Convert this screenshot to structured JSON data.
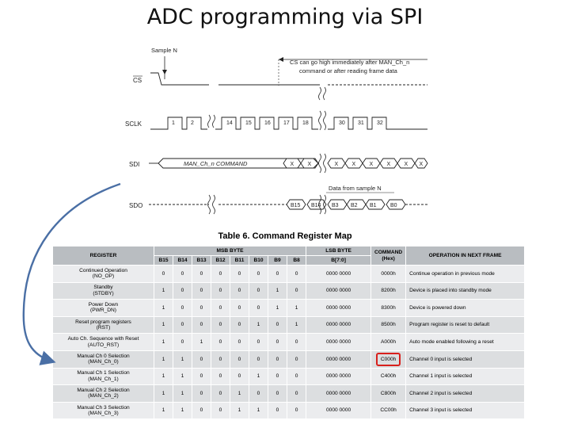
{
  "slide_title": "ADC programming via SPI",
  "timing": {
    "sample_label": "Sample N",
    "cs_note_line1": "CS can go high immediately after MAN_Ch_n",
    "cs_note_line2": "command or after reading frame data",
    "signals": {
      "cs": "CS",
      "sclk": "SCLK",
      "sdi": "SDI",
      "sdo": "SDO"
    },
    "clock_numbers": [
      "1",
      "2",
      "14",
      "15",
      "16",
      "17",
      "18",
      "30",
      "31",
      "32"
    ],
    "sdi_command": "MAN_Ch_n COMMAND",
    "sdi_x": [
      "X",
      "X",
      "X",
      "X",
      "X",
      "X",
      "X",
      "X"
    ],
    "data_note": "Data from sample N",
    "sdo_bits": [
      "B15",
      "B14",
      "B3",
      "B2",
      "B1",
      "B0"
    ]
  },
  "table": {
    "title": "Table 6. Command Register Map",
    "headers": {
      "register": "REGISTER",
      "msb": "MSB BYTE",
      "lsb": "LSB BYTE",
      "command": "COMMAND",
      "command_unit": "(Hex)",
      "operation": "OPERATION IN NEXT FRAME",
      "bits": [
        "B15",
        "B14",
        "B13",
        "B12",
        "B11",
        "B10",
        "B9",
        "B8"
      ],
      "lsb_bits": "B[7:0]"
    },
    "rows": [
      {
        "reg1": "Continued Operation",
        "reg2": "(NO_OP)",
        "bits": [
          "0",
          "0",
          "0",
          "0",
          "0",
          "0",
          "0",
          "0"
        ],
        "lsb": "0000 0000",
        "cmd": "0000h",
        "op": "Continue operation in previous mode"
      },
      {
        "reg1": "Standby",
        "reg2": "(STDBY)",
        "bits": [
          "1",
          "0",
          "0",
          "0",
          "0",
          "0",
          "1",
          "0"
        ],
        "lsb": "0000 0000",
        "cmd": "8200h",
        "op": "Device is placed into standby mode"
      },
      {
        "reg1": "Power Down",
        "reg2": "(PWR_DN)",
        "bits": [
          "1",
          "0",
          "0",
          "0",
          "0",
          "0",
          "1",
          "1"
        ],
        "lsb": "0000 0000",
        "cmd": "8300h",
        "op": "Device is powered down"
      },
      {
        "reg1": "Reset program registers",
        "reg2": "(RST)",
        "bits": [
          "1",
          "0",
          "0",
          "0",
          "0",
          "1",
          "0",
          "1"
        ],
        "lsb": "0000 0000",
        "cmd": "8500h",
        "op": "Program register is reset to default"
      },
      {
        "reg1": "Auto Ch. Sequence with Reset",
        "reg2": "(AUTO_RST)",
        "bits": [
          "1",
          "0",
          "1",
          "0",
          "0",
          "0",
          "0",
          "0"
        ],
        "lsb": "0000 0000",
        "cmd": "A000h",
        "op": "Auto mode enabled following a reset"
      },
      {
        "reg1": "Manual Ch 0 Selection",
        "reg2": "(MAN_Ch_0)",
        "bits": [
          "1",
          "1",
          "0",
          "0",
          "0",
          "0",
          "0",
          "0"
        ],
        "lsb": "0000 0000",
        "cmd": "C000h",
        "op": "Channel 0 input is selected"
      },
      {
        "reg1": "Manual Ch 1 Selection",
        "reg2": "(MAN_Ch_1)",
        "bits": [
          "1",
          "1",
          "0",
          "0",
          "0",
          "1",
          "0",
          "0"
        ],
        "lsb": "0000 0000",
        "cmd": "C400h",
        "op": "Channel 1 input is selected"
      },
      {
        "reg1": "Manual Ch 2 Selection",
        "reg2": "(MAN_Ch_2)",
        "bits": [
          "1",
          "1",
          "0",
          "0",
          "1",
          "0",
          "0",
          "0"
        ],
        "lsb": "0000 0000",
        "cmd": "C800h",
        "op": "Channel 2 input is selected"
      },
      {
        "reg1": "Manual Ch 3 Selection",
        "reg2": "(MAN_Ch_3)",
        "bits": [
          "1",
          "1",
          "0",
          "0",
          "1",
          "1",
          "0",
          "0"
        ],
        "lsb": "0000 0000",
        "cmd": "CC00h",
        "op": "Channel 3 input is selected"
      }
    ],
    "highlight_command": "C000h"
  },
  "colors": {
    "arrow": "#4a6fa5",
    "highlight": "#d8201c",
    "header_bg": "#b9bdc1"
  }
}
